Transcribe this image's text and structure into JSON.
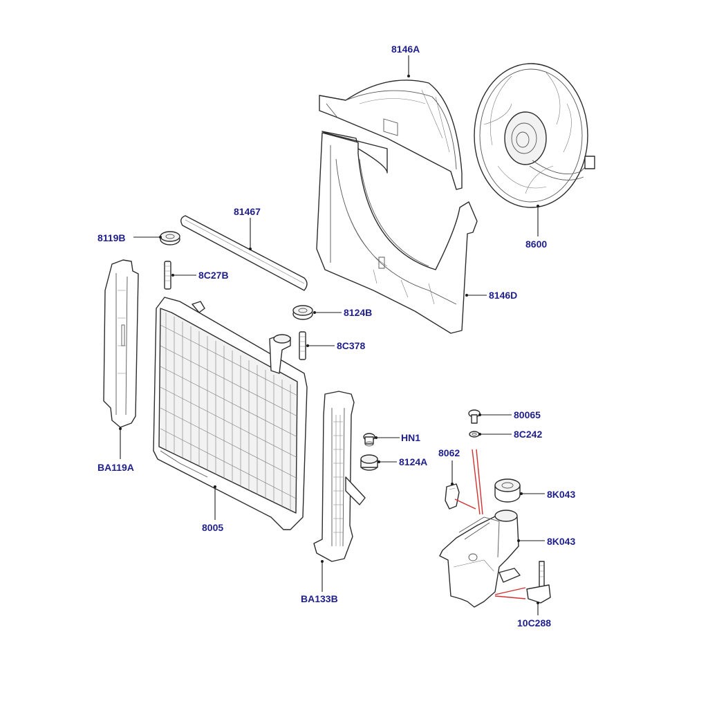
{
  "callouts": {
    "fan_shroud_upper": "8146A",
    "cooling_fan": "8600",
    "seal_strip": "81467",
    "insulator_top_left": "8119B",
    "stud_top_left": "8C27B",
    "fan_shroud_lower": "8146D",
    "insulator_top_right": "8124B",
    "stud_right": "8C378",
    "side_deflector_left": "BA119A",
    "radiator": "8005",
    "bolt": "80065",
    "washer": "8C242",
    "nut": "HN1",
    "insulator_lower": "8124A",
    "hose_clip": "8062",
    "reservoir_cap": "8K043",
    "reservoir": "8K043",
    "side_deflector_right": "BA133B",
    "bracket_bolt": "10C288"
  },
  "colors": {
    "label": "#1e1e8c",
    "line_art": "#2a2a2a",
    "leader_red": "#d32f2f"
  }
}
